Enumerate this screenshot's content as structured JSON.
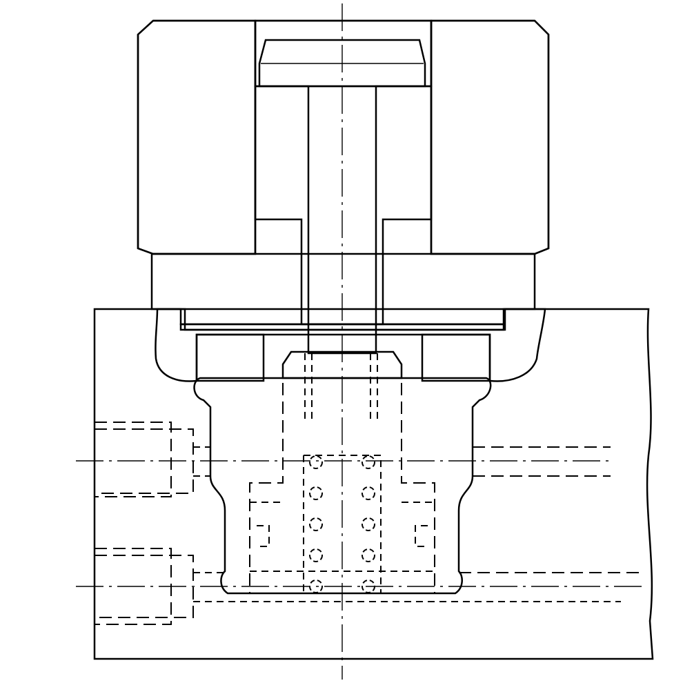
{
  "diagram": {
    "kind": "cross-section-technical-drawing",
    "colors": {
      "background": "#ffffff",
      "outline": "#000000",
      "knurled_cap": "#6e6e6e",
      "hatched_housing": "#8c8c8c",
      "stem": "#7a7a7a",
      "cartridge_body": "#d8d8d8",
      "seal_ring": "#b4b4b4"
    },
    "parts": [
      {
        "id": "knurled-cap",
        "fill_pattern": "crosshatch"
      },
      {
        "id": "valve-stem",
        "fill_pattern": "solid"
      },
      {
        "id": "retaining-nut",
        "fill_pattern": "diagonal-hatch"
      },
      {
        "id": "seal-ring",
        "fill_pattern": "diagonal-hatch"
      },
      {
        "id": "cartridge-body",
        "fill_pattern": "solid"
      },
      {
        "id": "spring",
        "fill_pattern": "coil-circles",
        "coil_count": 5
      },
      {
        "id": "manifold-block",
        "fill_pattern": "none"
      }
    ]
  }
}
